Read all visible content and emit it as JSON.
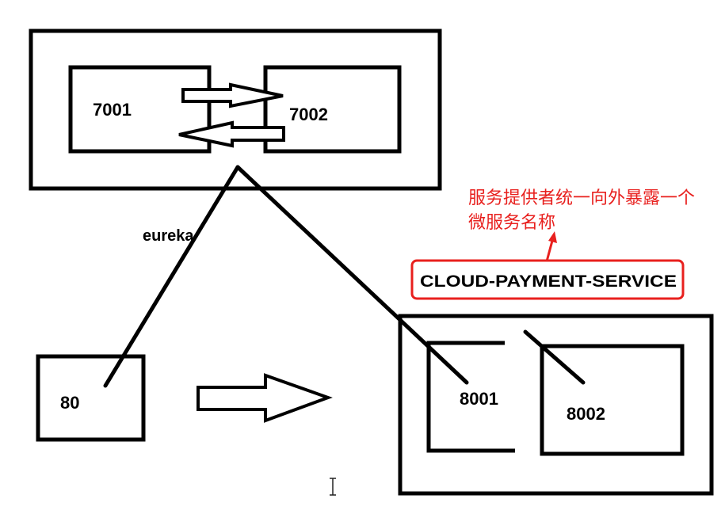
{
  "nodes": {
    "n7001": "7001",
    "n7002": "7002",
    "n80": "80",
    "n8001": "8001",
    "n8002": "8002"
  },
  "eureka_label": "eureka",
  "annotation": {
    "line1": "服务提供者统一向外暴露一个",
    "line2": "微服务名称"
  },
  "service_name": "CLOUD-PAYMENT-SERVICE",
  "colors": {
    "stroke": "#000000",
    "annotation": "#e8201e",
    "background": "#ffffff"
  }
}
